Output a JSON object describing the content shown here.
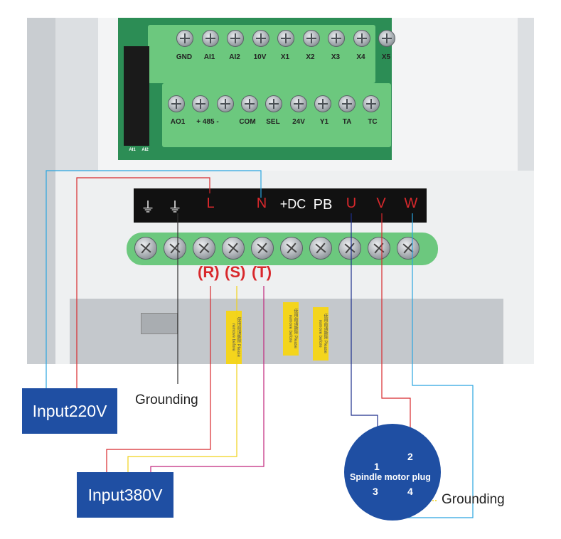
{
  "control_terminals_top": [
    "GND",
    "AI1",
    "AI2",
    "10V",
    "X1",
    "X2",
    "X3",
    "X4",
    "X5"
  ],
  "control_terminals_bottom": [
    "AO1",
    "+ 485 -",
    "COM",
    "SEL",
    "24V",
    "Y1",
    "TA",
    "TC"
  ],
  "jumper_labels": [
    "AI1",
    "AI2"
  ],
  "power_terminals": [
    {
      "label": "⏚",
      "color": "#ffffff"
    },
    {
      "label": "⏚",
      "color": "#ffffff"
    },
    {
      "label": "L",
      "color": "#d8282c"
    },
    {
      "label": "N",
      "color": "#d8282c"
    },
    {
      "label": "+DC",
      "color": "#ffffff"
    },
    {
      "label": "PB",
      "color": "#ffffff"
    },
    {
      "label": "U",
      "color": "#d8282c"
    },
    {
      "label": "V",
      "color": "#d8282c"
    },
    {
      "label": "W",
      "color": "#d8282c"
    }
  ],
  "rst_labels": [
    "(R)",
    "(S)",
    "(T)"
  ],
  "warning_tag_text": [
    "使用前请撕除 Please remove before",
    "使用前请撕除 Please remove before",
    "使用前请撕除 Please remove before"
  ],
  "input220": "Input220V",
  "input380": "Input380V",
  "grounding_left": "Grounding",
  "grounding_right": "Grounding",
  "spindle": {
    "label": "Spindle motor plug",
    "pins": [
      "1",
      "2",
      "3",
      "4"
    ]
  },
  "colors": {
    "box_blue": "#1f4fa3",
    "terminal_green": "#6cc87e",
    "label_strip": "#111111",
    "wire_blue": "#2aa5e0",
    "wire_red": "#d8282c",
    "wire_yellow": "#f1d21a",
    "wire_magenta": "#c1267c",
    "wire_navy": "#1d2f8c",
    "wire_dark": "#333333"
  }
}
